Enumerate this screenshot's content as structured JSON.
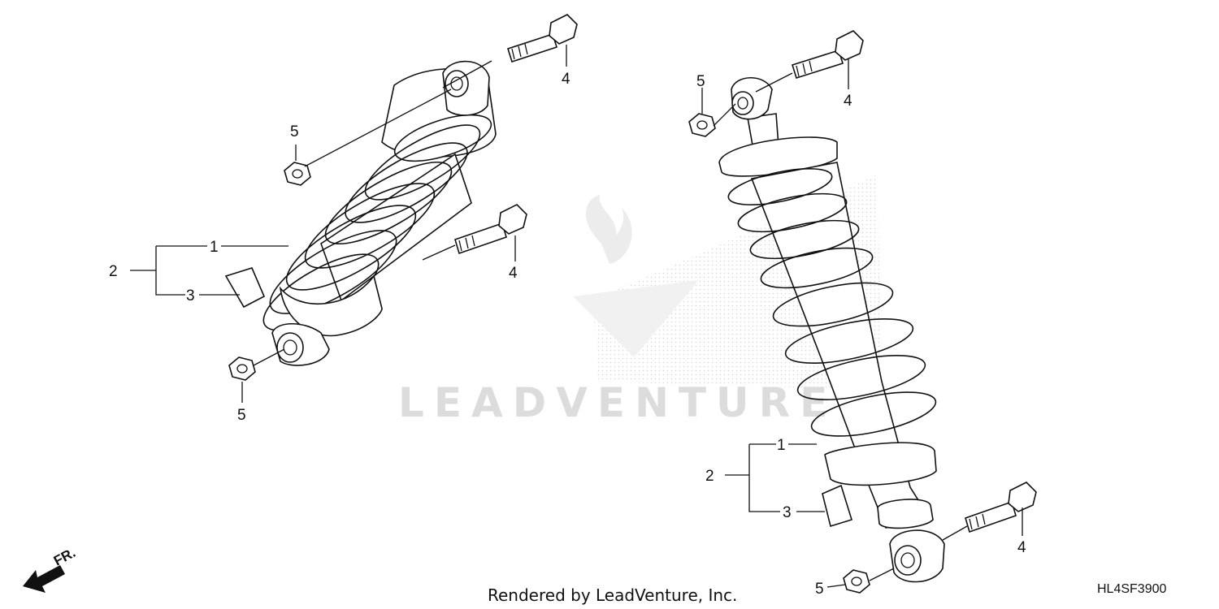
{
  "watermark": {
    "text": "LEADVENTURE"
  },
  "footer": {
    "rendered_by": "Rendered by LeadVenture, Inc."
  },
  "diagram_code": "HL4SF3900",
  "direction_marker": {
    "label": "FR."
  },
  "callouts": {
    "left": {
      "c1": "1",
      "c2": "2",
      "c3": "3",
      "c4a": "4",
      "c4b": "4",
      "c5a": "5",
      "c5b": "5"
    },
    "right": {
      "c1": "1",
      "c2": "2",
      "c3": "3",
      "c4a": "4",
      "c4b": "4",
      "c5a": "5",
      "c5b": "5"
    }
  }
}
